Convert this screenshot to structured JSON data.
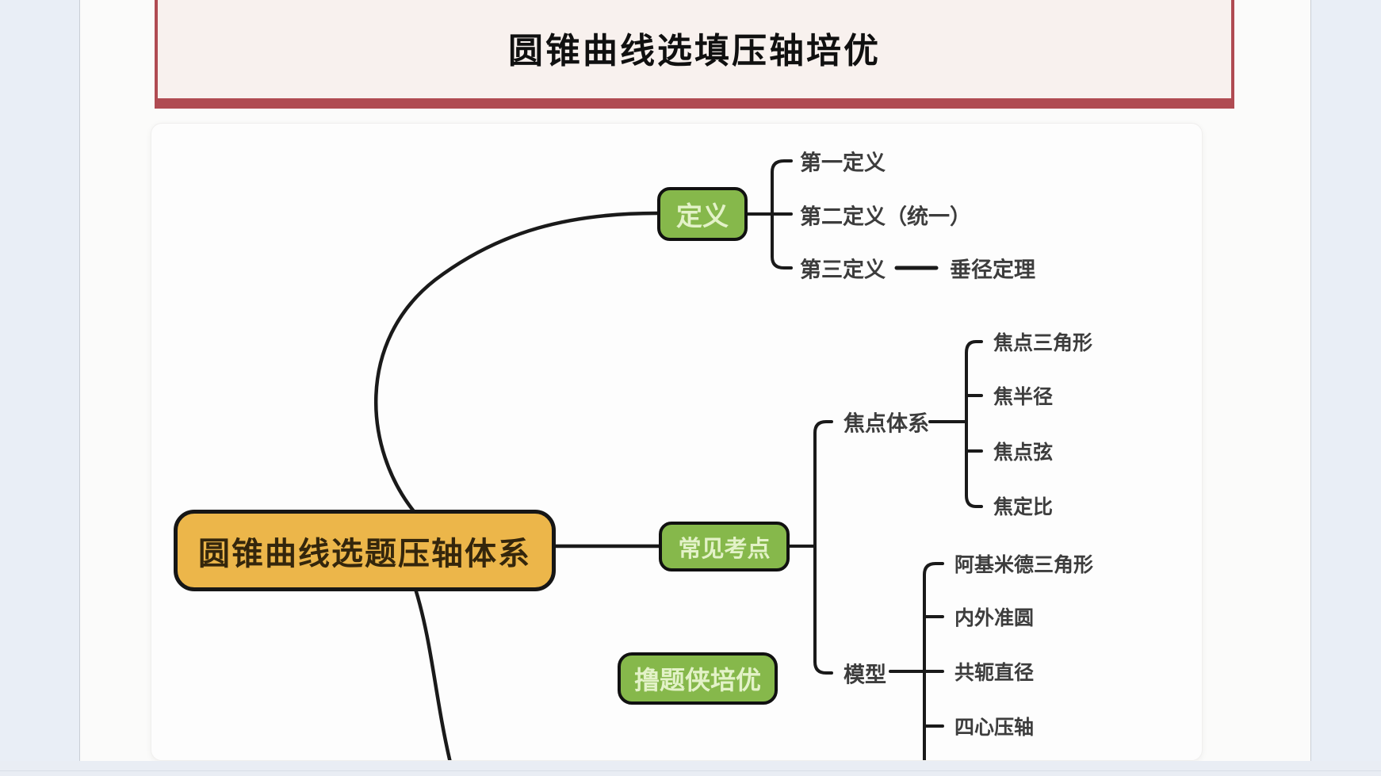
{
  "title_banner": {
    "text": "圆锥曲线选填压轴培优"
  },
  "mindmap": {
    "root": {
      "label": "圆锥曲线选题压轴体系"
    },
    "definition": {
      "label": "定义",
      "children": [
        "第一定义",
        "第二定义（统一）",
        "第三定义"
      ],
      "third_child_link": "垂径定理"
    },
    "common_points": {
      "label": "常见考点",
      "focus_system": {
        "label": "焦点体系",
        "children": [
          "焦点三角形",
          "焦半径",
          "焦点弦",
          "焦定比"
        ]
      },
      "model": {
        "label": "模型",
        "children": [
          "阿基米德三角形",
          "内外准圆",
          "共轭直径",
          "四心压轴"
        ]
      }
    },
    "floating": {
      "label": "撸题侠培优"
    }
  },
  "colors": {
    "banner_border_red": "#b04b52",
    "banner_background": "#f8f1ee",
    "node_green": "#86b84b",
    "node_green_text": "#e3f2c8",
    "root_orange": "#ecb64a",
    "root_text": "#34260c",
    "connector_black": "#1a1a1a",
    "label_gray": "#3d3d3d",
    "gutter_blue": "#e9eef6"
  }
}
